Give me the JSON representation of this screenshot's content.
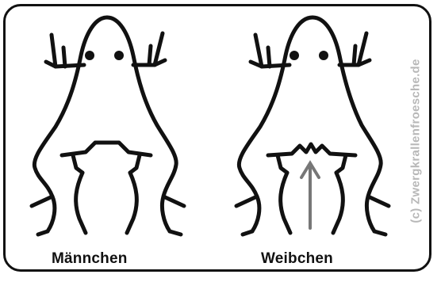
{
  "figures": {
    "male": {
      "label": "Männchen",
      "icon": "male-frog-silhouette"
    },
    "female": {
      "label": "Weibchen",
      "icon": "female-frog-silhouette",
      "marker": "arrow-up"
    }
  },
  "watermark": "(c) Zwergkrallenfroesche.de",
  "colors": {
    "outline": "#111111",
    "arrow": "#777777",
    "watermark": "#b8b8b8"
  }
}
